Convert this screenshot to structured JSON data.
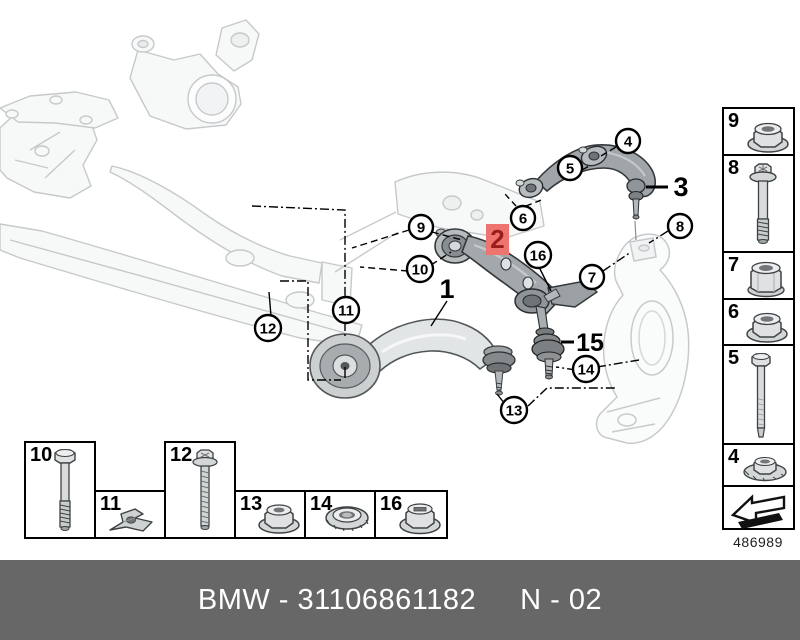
{
  "diagram": {
    "callouts": [
      {
        "label": "4"
      },
      {
        "label": "5"
      },
      {
        "label": "6"
      },
      {
        "label": "7"
      },
      {
        "label": "8"
      },
      {
        "label": "9"
      },
      {
        "label": "10"
      },
      {
        "label": "11"
      },
      {
        "label": "12"
      },
      {
        "label": "13"
      },
      {
        "label": "14"
      },
      {
        "label": "16"
      }
    ],
    "part_labels": [
      {
        "label": "1"
      },
      {
        "label": "3"
      },
      {
        "label": "15"
      }
    ],
    "highlight": {
      "label": "2",
      "background": "#ee7470",
      "color": "#9c1b1b"
    }
  },
  "sidebar": {
    "items": [
      {
        "label": "9",
        "icon": "flange-nut"
      },
      {
        "label": "8",
        "icon": "flange-bolt"
      },
      {
        "label": "7",
        "icon": "hex-nut"
      },
      {
        "label": "6",
        "icon": "flange-nut"
      },
      {
        "label": "5",
        "icon": "long-bolt"
      },
      {
        "label": "4",
        "icon": "serrated-flange-nut"
      }
    ],
    "direction_arrow_icon": "direction-arrow",
    "sheet_number": "486989"
  },
  "parts_table": {
    "items": [
      {
        "label": "10",
        "icon": "long-bolt"
      },
      {
        "label": "11",
        "icon": "retaining-clip"
      },
      {
        "label": "12",
        "icon": "washer-head-bolt"
      },
      {
        "label": "13",
        "icon": "flange-lock-nut"
      },
      {
        "label": "14",
        "icon": "ribbed-collar-nut"
      },
      {
        "label": "16",
        "icon": "flange-nut"
      }
    ]
  },
  "footer": {
    "left": "BMW - 31106861182",
    "right": "N - 02",
    "background": "#676767"
  }
}
